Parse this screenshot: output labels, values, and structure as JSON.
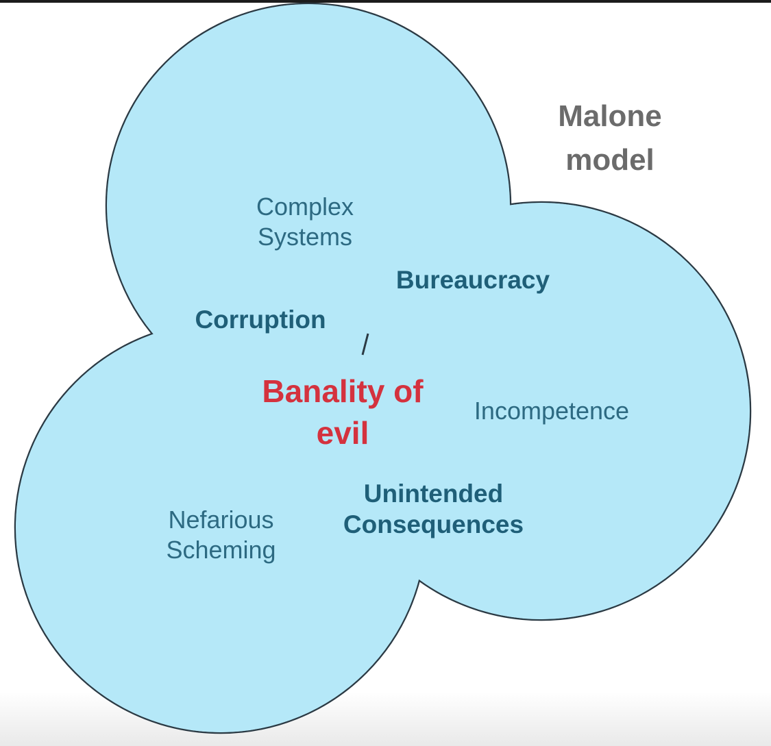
{
  "diagram": {
    "title": "Malone\nmodel",
    "center_label": "Banality of\nevil",
    "labels": {
      "complex_systems": "Complex\nSystems",
      "bureaucracy": "Bureaucracy",
      "corruption": "Corruption",
      "incompetence": "Incompetence",
      "nefarious_scheming": "Nefarious\nScheming",
      "unintended_consequences": "Unintended\nConsequences",
      "divider_mark": "/"
    },
    "colors": {
      "circle_fill": "#b5e8f8",
      "circle_stroke": "#2b3a44",
      "title": "#6b6b6b",
      "center": "#d4323e",
      "label": "#2d6a82"
    }
  }
}
